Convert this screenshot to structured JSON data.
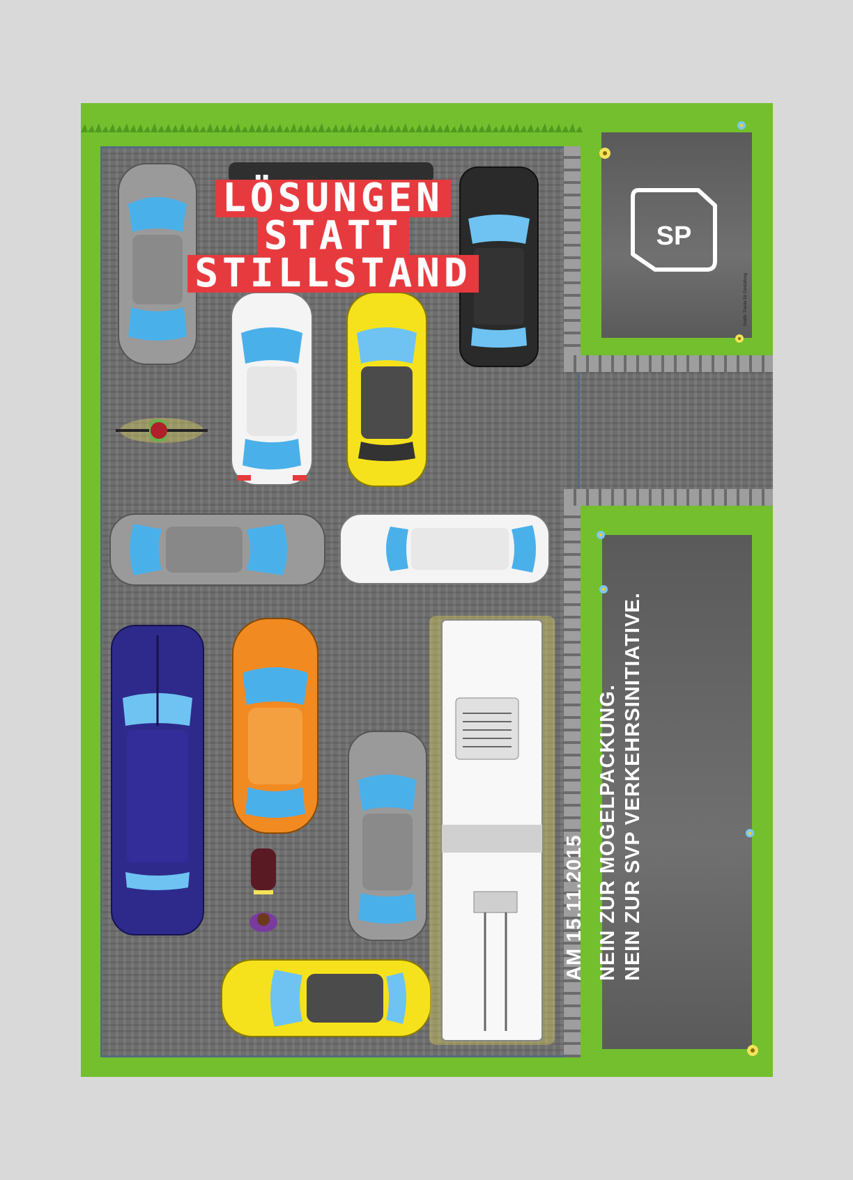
{
  "poster": {
    "headline": [
      "LÖSUNGEN",
      "STATT",
      "STILLSTAND"
    ],
    "party_logo_text": "SP",
    "date_line": "AM 15.11.2015",
    "slogan_lines": [
      "NEIN ZUR MOGELPACKUNG.",
      "NEIN ZUR SVP VERKEHRSINITIATIVE."
    ],
    "credit": "Grafik: Parole für Gestaltung",
    "colors": {
      "grass": "#73bf2e",
      "headline_bg": "#e63a3e",
      "asphalt": "#6e6e6e",
      "panel": "#5e5e5e"
    },
    "icons": [
      "sp-logo-icon",
      "car-icon",
      "bus-icon",
      "bicycle-icon",
      "pedestrian-icon",
      "flower-icon"
    ]
  }
}
